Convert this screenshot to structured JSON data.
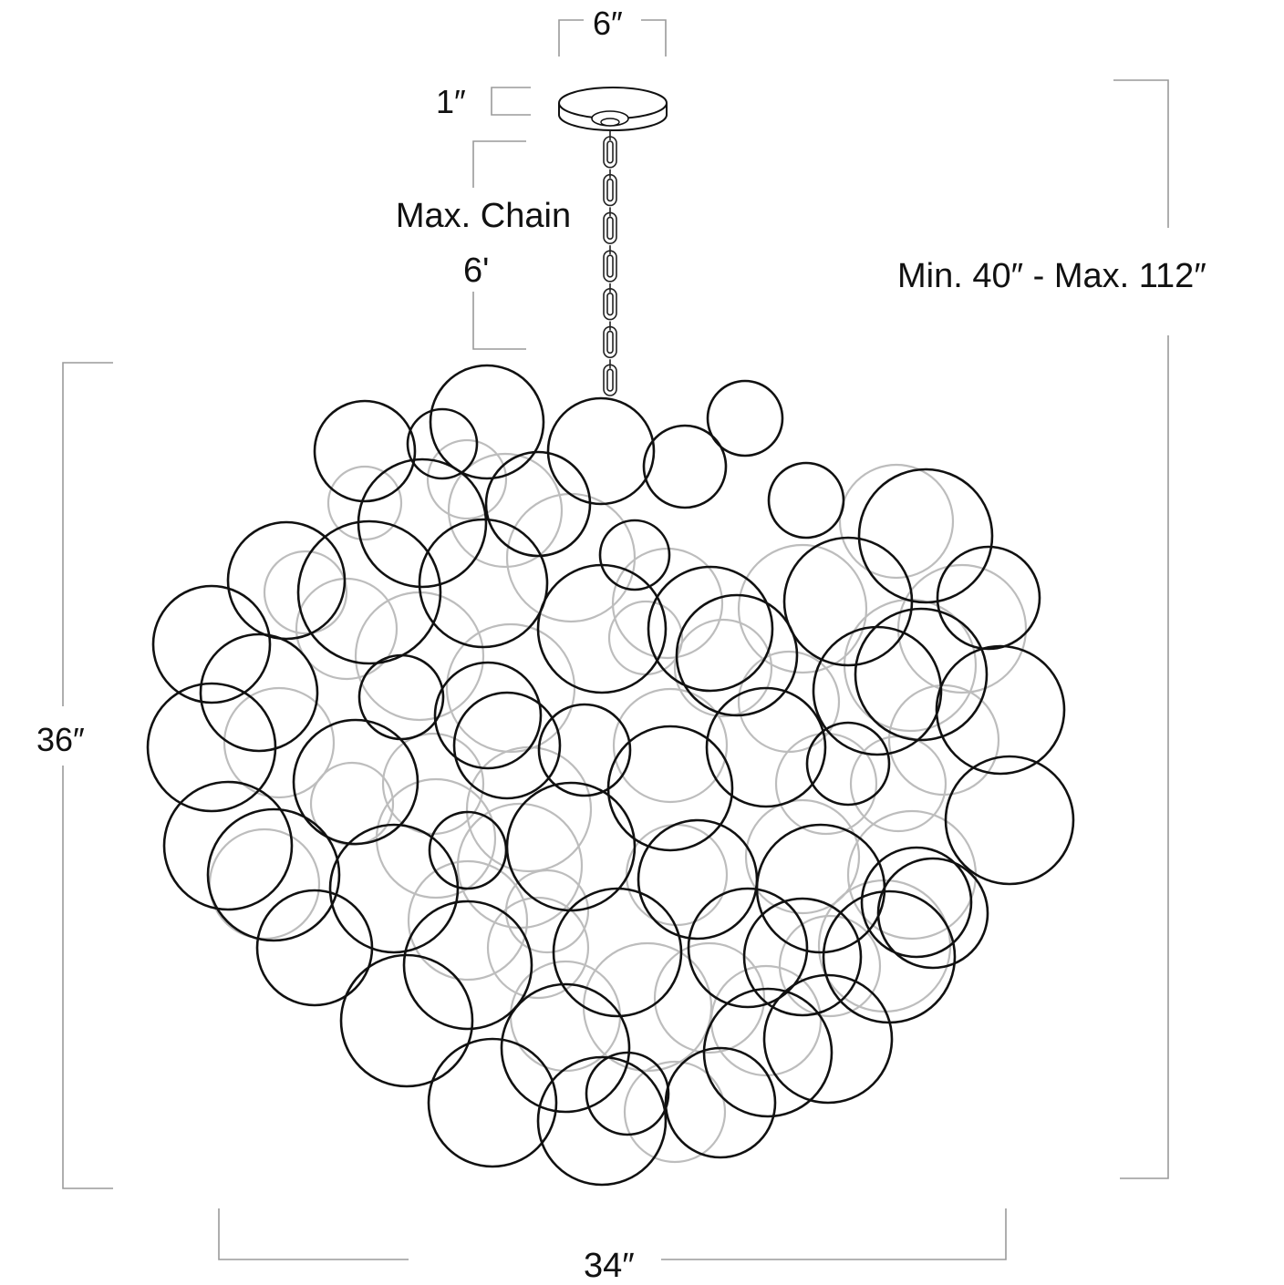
{
  "diagram": {
    "subject": "Bubble cluster chandelier dimension drawing",
    "line_color": "#111111",
    "dimension_line_color": "#9a9a9a",
    "back_circle_color": "#bdbdbd"
  },
  "dimensions": {
    "canopy_width": "6″",
    "canopy_height": "1″",
    "chain_label": "Max. Chain",
    "chain_value": "6'",
    "overall_height": "Min. 40″ - Max. 112″",
    "fixture_height": "36″",
    "fixture_width": "34″"
  },
  "front_circles": [
    [
      534,
      463,
      62
    ],
    [
      659,
      495,
      58
    ],
    [
      817,
      459,
      41
    ],
    [
      400,
      495,
      55
    ],
    [
      485,
      487,
      38
    ],
    [
      751,
      512,
      45
    ],
    [
      463,
      574,
      70
    ],
    [
      590,
      553,
      57
    ],
    [
      696,
      609,
      38
    ],
    [
      884,
      549,
      41
    ],
    [
      1015,
      588,
      73
    ],
    [
      1084,
      656,
      56
    ],
    [
      314,
      637,
      64
    ],
    [
      405,
      650,
      78
    ],
    [
      530,
      640,
      70
    ],
    [
      660,
      690,
      70
    ],
    [
      779,
      690,
      68
    ],
    [
      930,
      660,
      70
    ],
    [
      1010,
      740,
      72
    ],
    [
      232,
      707,
      64
    ],
    [
      284,
      760,
      64
    ],
    [
      440,
      765,
      46
    ],
    [
      535,
      785,
      58
    ],
    [
      641,
      823,
      50
    ],
    [
      808,
      719,
      66
    ],
    [
      962,
      758,
      70
    ],
    [
      1097,
      779,
      70
    ],
    [
      232,
      820,
      70
    ],
    [
      390,
      858,
      68
    ],
    [
      556,
      818,
      58
    ],
    [
      735,
      865,
      68
    ],
    [
      840,
      820,
      65
    ],
    [
      930,
      838,
      45
    ],
    [
      1107,
      900,
      70
    ],
    [
      250,
      928,
      70
    ],
    [
      300,
      960,
      72
    ],
    [
      513,
      933,
      42
    ],
    [
      626,
      929,
      70
    ],
    [
      765,
      965,
      65
    ],
    [
      900,
      975,
      70
    ],
    [
      1005,
      990,
      60
    ],
    [
      1023,
      1002,
      60
    ],
    [
      345,
      1040,
      63
    ],
    [
      432,
      975,
      70
    ],
    [
      513,
      1059,
      70
    ],
    [
      677,
      1045,
      70
    ],
    [
      820,
      1040,
      65
    ],
    [
      880,
      1050,
      64
    ],
    [
      975,
      1050,
      72
    ],
    [
      446,
      1120,
      72
    ],
    [
      540,
      1210,
      70
    ],
    [
      620,
      1150,
      70
    ],
    [
      688,
      1200,
      45
    ],
    [
      660,
      1230,
      70
    ],
    [
      790,
      1210,
      60
    ],
    [
      842,
      1155,
      70
    ],
    [
      908,
      1140,
      70
    ]
  ],
  "back_circles": [
    [
      512,
      526,
      43
    ],
    [
      400,
      552,
      40
    ],
    [
      554,
      560,
      62
    ],
    [
      626,
      612,
      70
    ],
    [
      732,
      662,
      60
    ],
    [
      793,
      733,
      53
    ],
    [
      880,
      668,
      70
    ],
    [
      983,
      572,
      62
    ],
    [
      1055,
      690,
      70
    ],
    [
      998,
      730,
      72
    ],
    [
      335,
      650,
      45
    ],
    [
      380,
      690,
      55
    ],
    [
      460,
      720,
      70
    ],
    [
      560,
      755,
      70
    ],
    [
      708,
      700,
      40
    ],
    [
      865,
      770,
      55
    ],
    [
      1035,
      812,
      60
    ],
    [
      306,
      815,
      60
    ],
    [
      475,
      860,
      55
    ],
    [
      580,
      888,
      68
    ],
    [
      735,
      818,
      62
    ],
    [
      906,
      860,
      55
    ],
    [
      985,
      860,
      52
    ],
    [
      290,
      970,
      60
    ],
    [
      386,
      882,
      45
    ],
    [
      478,
      920,
      65
    ],
    [
      570,
      950,
      68
    ],
    [
      742,
      960,
      55
    ],
    [
      880,
      940,
      62
    ],
    [
      1000,
      960,
      70
    ],
    [
      600,
      1000,
      45
    ],
    [
      513,
      1010,
      65
    ],
    [
      590,
      1040,
      55
    ],
    [
      778,
      1095,
      60
    ],
    [
      910,
      1060,
      55
    ],
    [
      970,
      1038,
      72
    ],
    [
      620,
      1115,
      60
    ],
    [
      710,
      1105,
      70
    ],
    [
      840,
      1120,
      60
    ],
    [
      740,
      1220,
      55
    ]
  ],
  "chain": {
    "links": 7
  }
}
